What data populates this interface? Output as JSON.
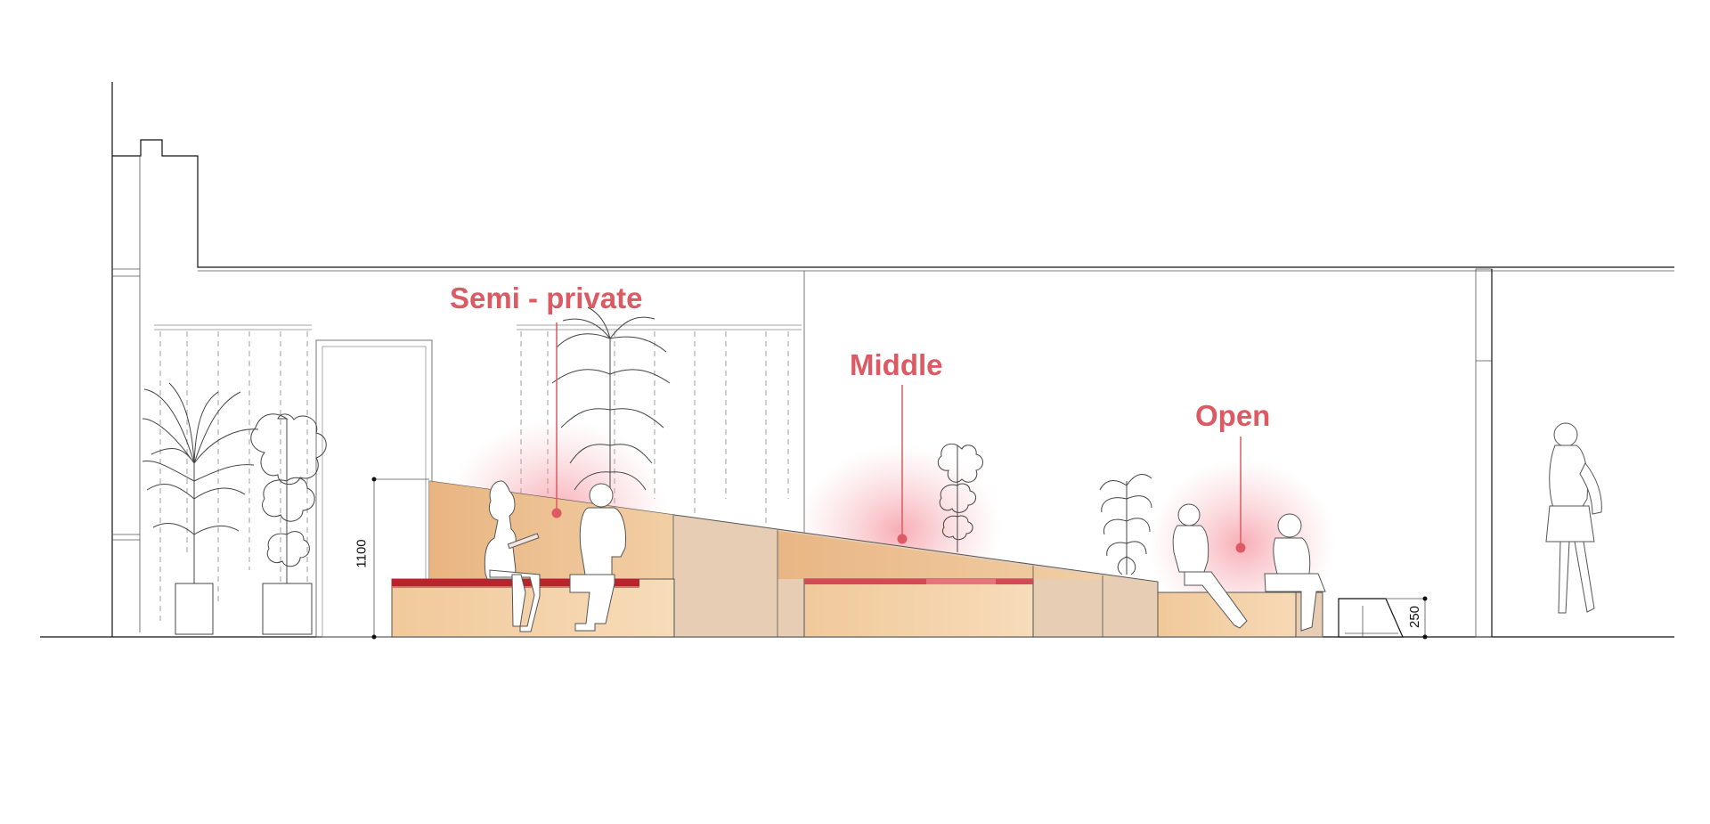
{
  "zones": [
    {
      "label": "Semi - private"
    },
    {
      "label": "Middle"
    },
    {
      "label": "Open"
    }
  ],
  "dimensions": {
    "seat_back_height": "1100",
    "step_height": "250"
  },
  "colors": {
    "label": "#dc5a64",
    "glow": "#f26a7a",
    "wood_light": "#f5d6a8",
    "wood_mid": "#eab47f",
    "block": "#e7cdb4",
    "cushion": "#b8242a"
  }
}
